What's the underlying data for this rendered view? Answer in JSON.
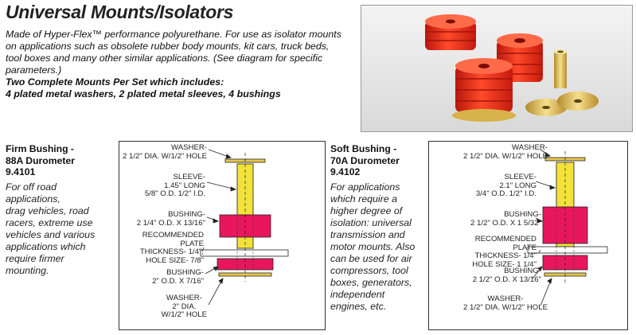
{
  "title": "Universal Mounts/Isolators",
  "intro": {
    "lines": [
      "Made of Hyper-Flex™ performance polyurethane. For use as isolator mounts",
      "on applications such as obsolete rubber body mounts, kit cars, truck beds,",
      "tool boxes and many other similar applications. (See diagram for specific",
      "parameters.)"
    ],
    "bold_lines": [
      "Two Complete Mounts Per Set which includes:",
      "4 plated metal washers, 2 plated metal sleeves, 4 bushings"
    ]
  },
  "firm": {
    "heading": [
      "Firm Bushing -",
      "88A Durometer",
      "9.4101"
    ],
    "body": [
      "For off road",
      "applications,",
      "drag vehicles, road",
      "racers, extreme use",
      "vehicles and various",
      "applications which",
      "require firmer",
      "mounting."
    ],
    "labels": {
      "washer_top": [
        "WASHER-",
        "2 1/2\" DIA. W/1/2\" HOLE"
      ],
      "sleeve": [
        "SLEEVE-",
        "1.45\" LONG",
        "5/8\" O.D. 1/2\" I.D."
      ],
      "bushing_top": [
        "BUSHING-",
        "2 1/4\" O.D. X 13/16\""
      ],
      "plate": [
        "RECOMMENDED",
        "PLATE",
        "THICKNESS- 1/4\",",
        "HOLE SIZE- 7/8\""
      ],
      "bushing_bottom": [
        "BUSHING-",
        "2\" O.D. X 7/16\""
      ],
      "washer_bottom": [
        "WASHER-",
        "2\" DIA.",
        "W/1/2\" HOLE"
      ]
    }
  },
  "soft": {
    "heading": [
      "Soft Bushing -",
      "70A Durometer",
      "9.4102"
    ],
    "body": [
      "For applications",
      "which require a",
      "higher degree of",
      "isolation: universal",
      "transmission and",
      "motor mounts. Also",
      "can be used for air",
      "compressors, tool",
      "boxes, generators,",
      "independent",
      "engines, etc."
    ],
    "labels": {
      "washer_top": [
        "WASHER-",
        "2 1/2\" DIA. W/1/2\" HOLE"
      ],
      "sleeve": [
        "SLEEVE-",
        "2.1\" LONG",
        "3/4\" O.D. 1/2\" I.D."
      ],
      "bushing_top": [
        "BUSHING-",
        "2 1/2\" O.D. X 1 5/32\""
      ],
      "plate": [
        "RECOMMENDED",
        "PLATE",
        "THICKNESS- 1/4\"",
        "HOLE SIZE- 1 1/4\""
      ],
      "bushing_bottom": [
        "BUSHING-",
        "2 1/2\" O.D. X 13/16\""
      ],
      "washer_bottom": [
        "WASHER-",
        "2 1/2\" DIA. W/1/2\" HOLE"
      ]
    }
  },
  "colors": {
    "bushing": "#e8175d",
    "sleeve": "#f2e23a",
    "washer": "#e8c84a",
    "photo_red": "#e32d1c",
    "photo_brass": "#d8b24a",
    "line": "#222222"
  }
}
